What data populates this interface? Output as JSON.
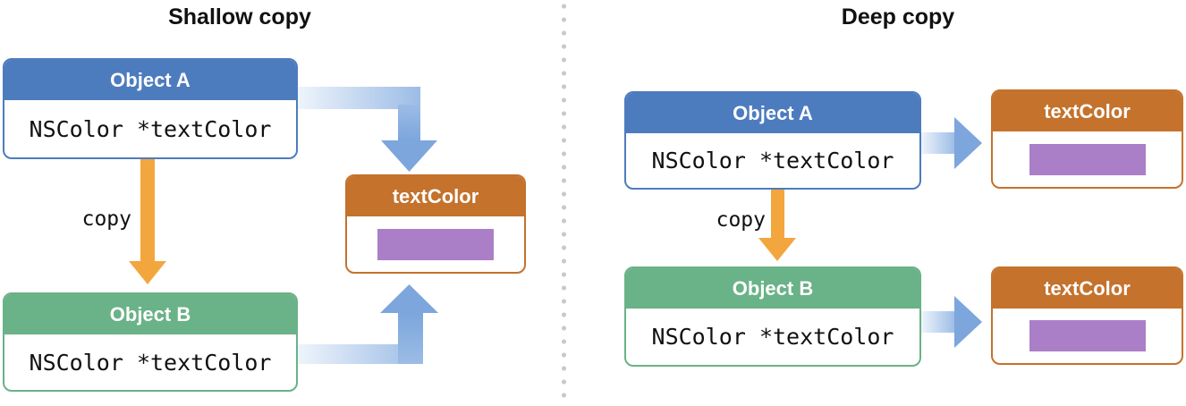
{
  "diagram": {
    "left": {
      "title": "Shallow copy",
      "object_a": {
        "header": "Object A",
        "field": "NSColor *textColor"
      },
      "copy_label": "copy",
      "object_b": {
        "header": "Object B",
        "field": "NSColor *textColor"
      },
      "textcolor": {
        "header": "textColor"
      }
    },
    "right": {
      "title": "Deep copy",
      "object_a": {
        "header": "Object A",
        "field": "NSColor *textColor"
      },
      "copy_label": "copy",
      "object_b": {
        "header": "Object B",
        "field": "NSColor *textColor"
      },
      "textcolor_a": {
        "header": "textColor"
      },
      "textcolor_b": {
        "header": "textColor"
      }
    },
    "colors": {
      "object_a_header": "#4d7cbe",
      "object_b_header": "#6ab287",
      "textcolor_header": "#c4722c",
      "swatch": "#ab7fc7",
      "copy_arrow": "#f3a63e",
      "pointer_arrow": "#7ca6dc",
      "pointer_arrow_mid": "#9cbce6",
      "pointer_arrow_light": "#eef4fb",
      "divider_dot": "#c9c9c9"
    }
  }
}
